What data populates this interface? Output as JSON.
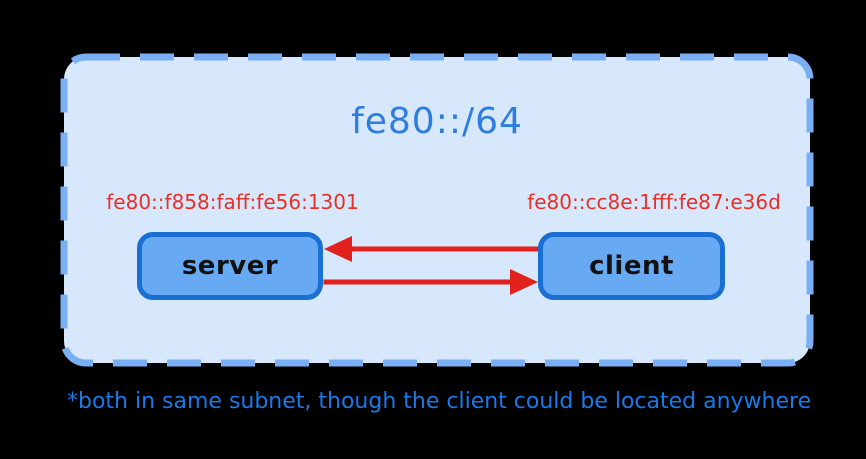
{
  "diagram": {
    "subnet": {
      "title": "fe80::/64"
    },
    "nodes": [
      {
        "id": "server",
        "label": "server",
        "address": "fe80::f858:faff:fe56:1301"
      },
      {
        "id": "client",
        "label": "client",
        "address": "fe80::cc8e:1fff:fe87:e36d"
      }
    ],
    "arrows": [
      {
        "from": "client",
        "to": "server",
        "direction": "left"
      },
      {
        "from": "server",
        "to": "client",
        "direction": "right"
      }
    ],
    "footnote": "*both in same subnet, though the client could be located anywhere",
    "colors": {
      "background": "#000000",
      "subnet_fill": "#d7e7fc",
      "subnet_border": "#7ab0f3",
      "node_fill": "#68a9f3",
      "node_border": "#1a6fd2",
      "node_text": "#111111",
      "address_text": "#e53128",
      "arrow": "#e0211c",
      "title_text": "#2d7ee0",
      "footnote_text": "#1979e9"
    }
  }
}
